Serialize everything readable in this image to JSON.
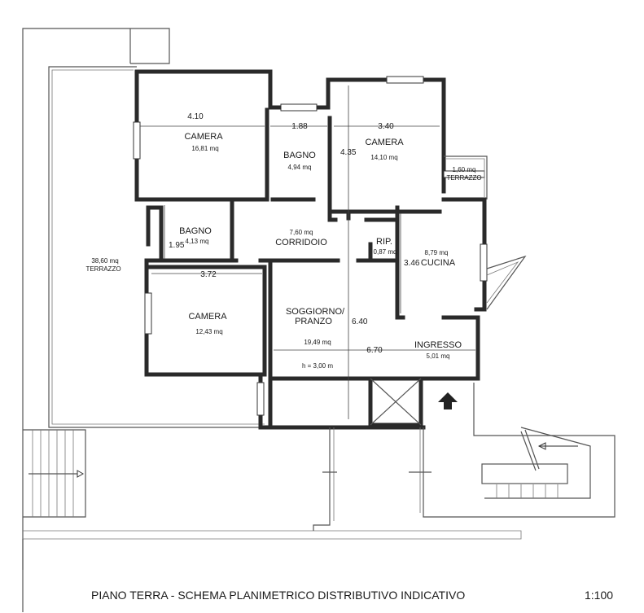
{
  "caption": {
    "title": "PIANO TERRA   - SCHEMA PLANIMETRICO DISTRIBUTIVO INDICATIVO",
    "scale": "1:100"
  },
  "rooms": {
    "camera_1": {
      "name": "CAMERA",
      "area": "16,81 mq"
    },
    "bagno_1": {
      "name": "BAGNO",
      "area": "4,94 mq"
    },
    "camera_2": {
      "name": "CAMERA",
      "area": "14,10 mq"
    },
    "terrazzo_small": {
      "name": "TERRAZZO",
      "area": "1,60 mq"
    },
    "bagno_2": {
      "name": "BAGNO",
      "area": "4,13 mq"
    },
    "corridoio": {
      "name": "CORRIDOIO",
      "area": "7,60 mq"
    },
    "ripostiglio": {
      "name": "RIP.",
      "area": "0,87 mq"
    },
    "cucina": {
      "name": "CUCINA",
      "area": "8,79 mq"
    },
    "terrazzo_large": {
      "name": "TERRAZZO",
      "area": "38,60 mq"
    },
    "camera_3": {
      "name": "CAMERA",
      "area": "12,43 mq"
    },
    "soggiorno": {
      "name": "SOGGIORNO/",
      "name2": "PRANZO",
      "area": "19,49 mq",
      "height": "h = 3,00 m"
    },
    "ingresso": {
      "name": "INGRESSO",
      "area": "5,01 mq"
    }
  },
  "dimensions": {
    "camera_1_width": "4.10",
    "bagno_1_width": "1.88",
    "camera_2_width": "3.40",
    "camera_2_depth": "4.35",
    "bagno_2_depth": "1.95",
    "camera_3_width": "3.72",
    "cucina_depth": "3.46",
    "soggiorno_depth": "6.40",
    "soggiorno_width": "6.70"
  }
}
